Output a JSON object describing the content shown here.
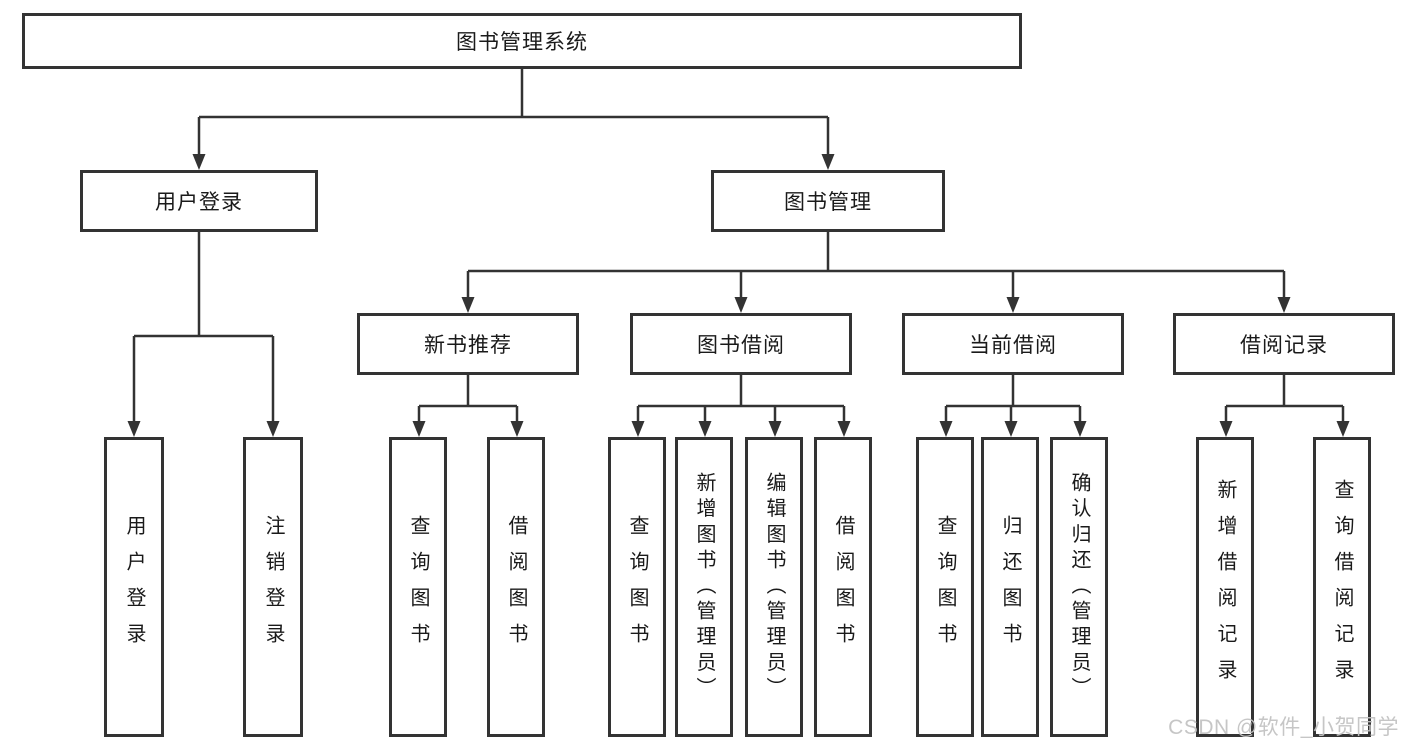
{
  "diagram_title": "图书管理系统",
  "tree": {
    "label": "图书管理系统",
    "children": [
      {
        "label": "用户登录",
        "children": [
          {
            "label": "用户登录"
          },
          {
            "label": "注销登录"
          }
        ]
      },
      {
        "label": "图书管理",
        "children": [
          {
            "label": "新书推荐",
            "children": [
              {
                "label": "查询图书"
              },
              {
                "label": "借阅图书"
              }
            ]
          },
          {
            "label": "图书借阅",
            "children": [
              {
                "label": "查询图书"
              },
              {
                "label": "新增图书（管理员）"
              },
              {
                "label": "编辑图书（管理员）"
              },
              {
                "label": "借阅图书"
              }
            ]
          },
          {
            "label": "当前借阅",
            "children": [
              {
                "label": "查询图书"
              },
              {
                "label": "归还图书"
              },
              {
                "label": "确认归还（管理员）"
              }
            ]
          },
          {
            "label": "借阅记录",
            "children": [
              {
                "label": "新增借阅记录"
              },
              {
                "label": "查询借阅记录"
              }
            ]
          }
        ]
      }
    ]
  },
  "watermark": {
    "text": "CSDN @软件_小贺同学"
  },
  "colors": {
    "line": "#333333",
    "box_border": "#333333",
    "text": "#1a1a1a",
    "watermark": "#c3c3c3",
    "background": "#ffffff"
  }
}
